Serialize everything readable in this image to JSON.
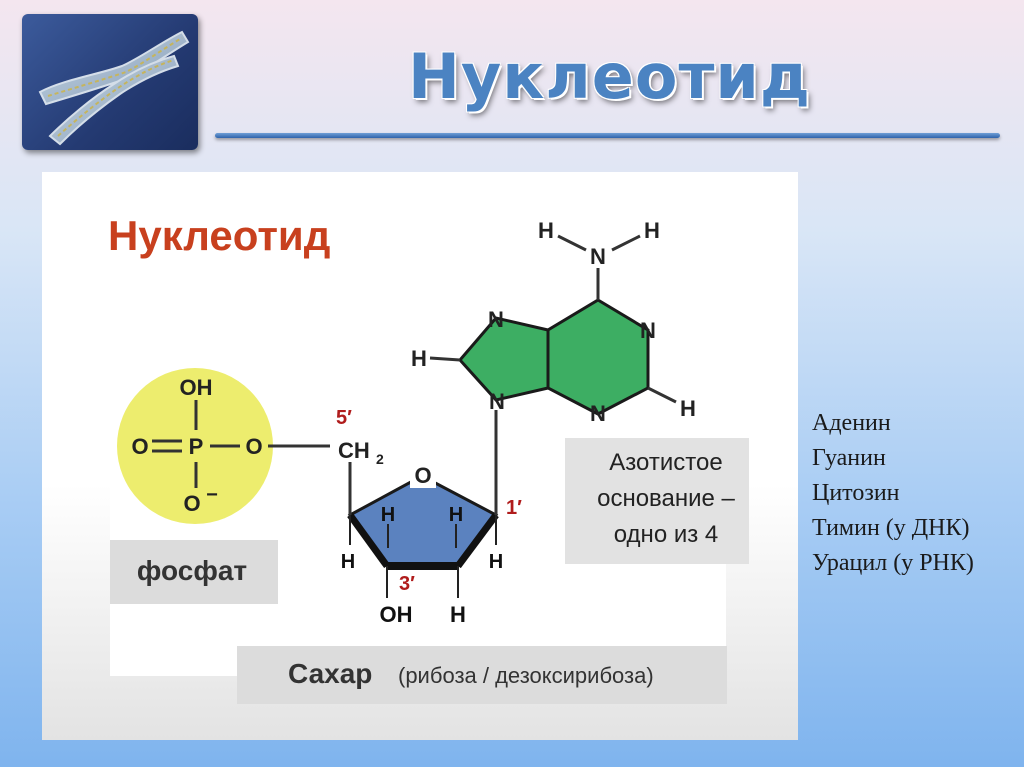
{
  "slide": {
    "title": "Нуклеотид"
  },
  "diagram": {
    "heading": "Нуклеотид",
    "phosphate": {
      "oh": "OH",
      "o_left": "O",
      "p": "P",
      "o_right": "O",
      "o_minus": "O",
      "minus": "−",
      "label": "фосфат"
    },
    "sugar": {
      "ch": "CH",
      "sub2": "2",
      "ring_o": "O",
      "h_inner_left": "H",
      "h_inner_right": "H",
      "h_outer_left": "H",
      "h_outer_right": "H",
      "oh_bottom": "OH",
      "h_bottom": "H",
      "prime5": "5′",
      "prime1": "1′",
      "prime3": "3′",
      "label_main": "Сахар",
      "label_paren": "(рибоза / дезоксирибоза)"
    },
    "base": {
      "h_top_left": "H",
      "h_top_right": "H",
      "n_amine": "N",
      "n7": "N",
      "n1": "N",
      "h8": "H",
      "n9": "N",
      "n3": "N",
      "h2": "H",
      "label_line1": "Азотистое",
      "label_line2": "основание –",
      "label_line3": "одно из 4"
    },
    "colors": {
      "heading": "#c8401e",
      "phosphate_fill": "#eded6e",
      "sugar_fill": "#5b82bf",
      "base_fill": "#3dae63",
      "prime_red": "#b01c1c"
    }
  },
  "bases_list": [
    "Аденин",
    "Гуанин",
    "Цитозин",
    "Тимин (у ДНК)",
    "Урацил (у РНК)"
  ]
}
